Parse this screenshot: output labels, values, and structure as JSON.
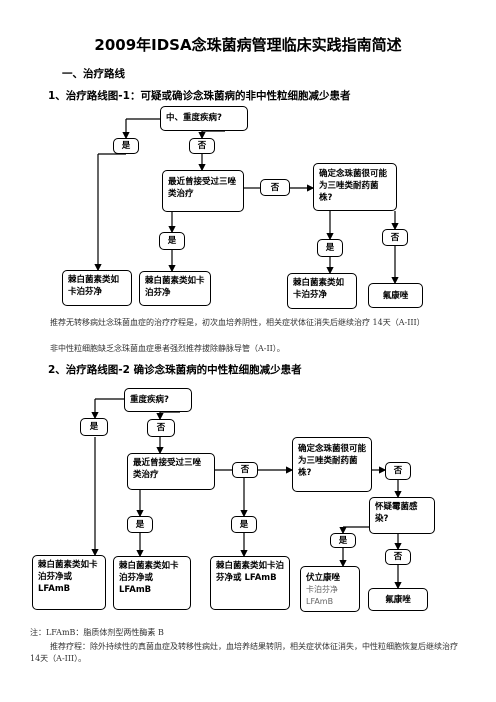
{
  "title": "2009年IDSA念珠菌病管理临床实践指南简述",
  "section1": "一、治疗路线",
  "flow1": {
    "heading": "1、治疗路线图-1：可疑或确诊念珠菌病的非中性粒细胞减少患者",
    "q_severe": "中、重度疾病?",
    "yes1": "是",
    "no1": "否",
    "q_azole": "最近曾接受过三唑类治疗",
    "no2": "否",
    "q_resistant": "确定念珠菌很可能为三唑类耐药菌株?",
    "yes2": "是",
    "yes3": "是",
    "no3": "否",
    "out1": "棘白菌素类如卡泊芬净",
    "out2": "棘白菌素类如卡泊芬净",
    "out3": "棘白菌素类如卡泊芬净",
    "out4": "氟康唑"
  },
  "notes1": [
    "推荐无转移病灶念珠菌血症的治疗疗程是，初次血培养阴性，相关症状体征消失后继续治疗 14天（A-III）",
    "非中性粒细胞缺乏念珠菌血症患者强烈推荐拔除静脉导管（A-II）。"
  ],
  "flow2": {
    "heading": "2、治疗路线图-2 确诊念珠菌病的中性粒细胞减少患者",
    "q_severe": "重度疾病?",
    "yes1": "是",
    "no1": "否",
    "q_azole": "最近曾接受过三唑类治疗",
    "no2": "否",
    "q_resistant": "确定念珠菌很可能为三唑类耐药菌株?",
    "no3": "否",
    "q_mold": "怀疑霉菌感染?",
    "yes2": "是",
    "yes3": "是",
    "yes4": "是",
    "no4": "否",
    "out1": "棘白菌素类如卡泊芬净或 LFAmB",
    "out2": "棘白菌素类如卡泊芬净或 LFAmB",
    "out3": "棘白菌素类如卡泊芬净或 LFAmB",
    "out4_main": "伏立康唑",
    "out4_sub1": "卡泊芬净",
    "out4_sub2": "LFAmB",
    "out5": "氟康唑"
  },
  "notes2": [
    "注：LFAmB：脂质体剂型两性酶素 B",
    "推荐疗程：除外持续性的真菌血症及转移性病灶，血培养结果转阴，相关症状体征消失，中性粒细胞恢复后继续治疗 14天（A-III）。"
  ]
}
